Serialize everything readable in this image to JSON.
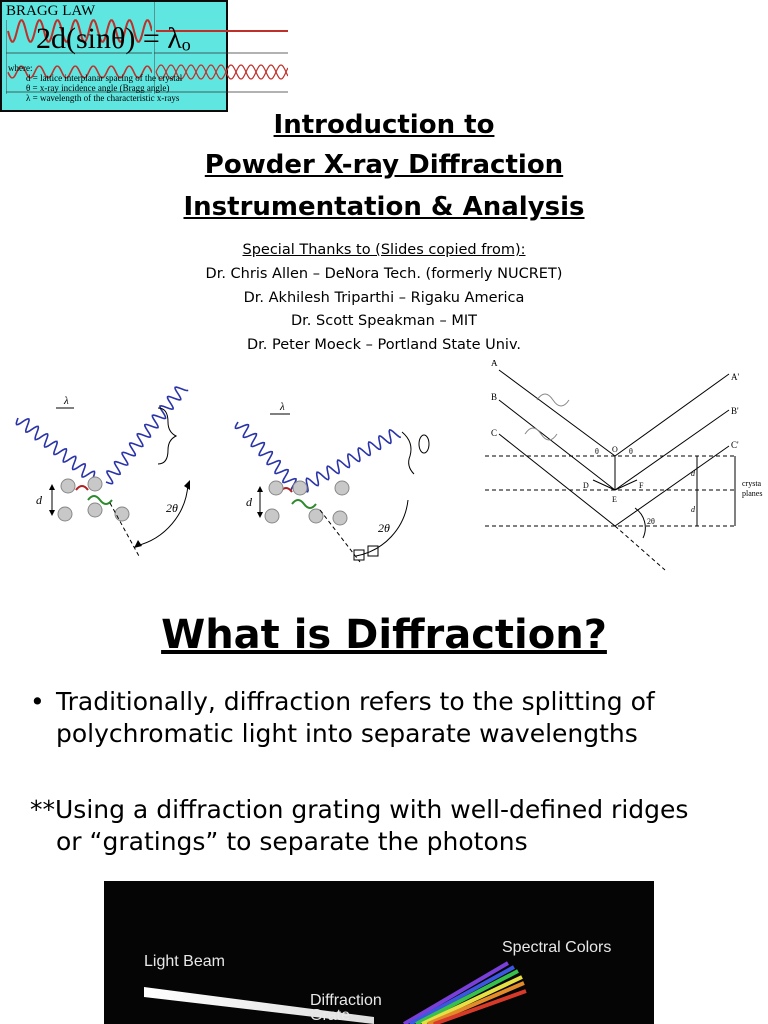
{
  "bragg_box": {
    "title": "BRAGG LAW",
    "equation": "2d(sinθ) = λₒ",
    "where_label": "where:",
    "definitions": [
      "d = lattice interplanar spacing of the crystal",
      "θ = x-ray incidence angle (Bragg angle)",
      "λ = wavelength of the characteristic x-rays"
    ]
  },
  "title_lines": [
    "Introduction to",
    "Powder X-ray Diffraction",
    "Instrumentation & Analysis"
  ],
  "thanks_heading": "Special Thanks to (Slides copied from):",
  "credits": [
    "Dr. Chris Allen – DeNora Tech. (formerly NUCRET)",
    "Dr. Akhilesh Triparthi – Rigaku America",
    "Dr. Scott Speakman – MIT",
    "Dr. Peter Moeck – Portland State Univ."
  ],
  "figures": {
    "fig1": {
      "lambda": "λ",
      "d": "d",
      "angle": "2θ"
    },
    "fig2": {
      "lambda": "λ",
      "d": "d",
      "angle": "2θ"
    },
    "fig3": {
      "rays_in": [
        "A",
        "B",
        "C"
      ],
      "rays_out": [
        "A'",
        "B'",
        "C'"
      ],
      "points": [
        "O",
        "D",
        "E",
        "F"
      ],
      "theta": "θ",
      "d": "d",
      "angle": "2θ",
      "side_label_1": "crysta",
      "side_label_2": "planes"
    }
  },
  "section_heading": "What is Diffraction?",
  "bullet_symbol": "•",
  "bullet_lines": [
    "Traditionally, diffraction refers to the splitting of",
    "polychromatic light into separate wavelengths"
  ],
  "note_lines": [
    "**Using a diffraction grating with well-defined ridges",
    "or “gratings” to separate the photons"
  ],
  "photo": {
    "light_beam": "Light Beam",
    "spectral_colors": "Spectral Colors",
    "diffraction": "Diffraction",
    "grate": "Grate"
  },
  "colors": {
    "bragg_box_bg": "#5fe6e0",
    "wave_red": "#c0302a",
    "photo_bg": "#050505"
  }
}
